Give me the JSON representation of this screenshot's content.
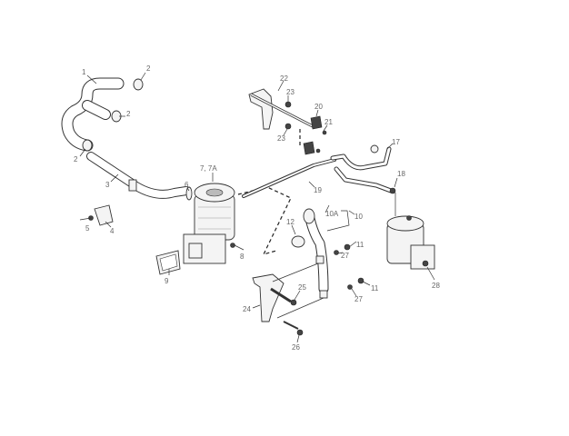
{
  "diagram": {
    "callouts": [
      "1",
      "2",
      "2",
      "2",
      "3",
      "4",
      "5",
      "6",
      "7, 7A",
      "8",
      "9",
      "10A",
      "10",
      "11",
      "11",
      "12",
      "17",
      "18",
      "19",
      "20",
      "21",
      "22",
      "23",
      "23",
      "24",
      "25",
      "26",
      "27",
      "27",
      "28"
    ]
  }
}
